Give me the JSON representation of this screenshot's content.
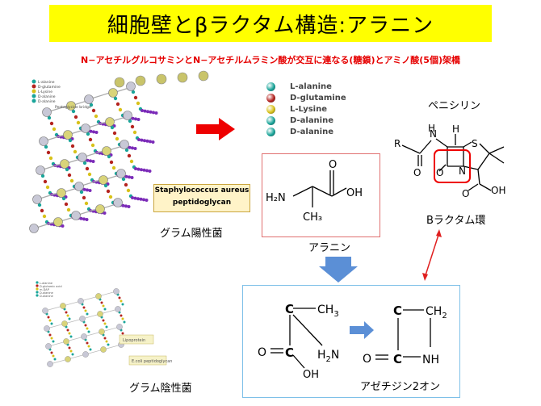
{
  "title": "細胞壁とβラクタム構造:アラニン",
  "subtitle": "N−アセチルグルコサミンとN−アセチルムラミン酸が交互に連なる(糖鎖)とアミノ酸(5個)架橋",
  "gram_positive": {
    "label": "グラム陽性菌",
    "caption_line1": "Staphylococcus aureus",
    "caption_line2": "peptidoglycan",
    "legend": [
      "L-alanine",
      "D-glutamine",
      "L-Lysine",
      "D-alanine",
      "D-alanine",
      "Pentaglycine bridge"
    ]
  },
  "gram_negative": {
    "label": "グラム陰性菌",
    "legend": [
      "L-alanine",
      "D-glutamic acid",
      "m-DAP",
      "D-alanine",
      "D-alanine"
    ],
    "lipoprotein": "Lipoprotein",
    "caption": "E.coli peptidoglycan"
  },
  "amino_legend": [
    {
      "label": "L-alanine",
      "color": "#1aa59a"
    },
    {
      "label": "D-glutamine",
      "color": "#b4231f"
    },
    {
      "label": "L-Lysine",
      "color": "#d8c21a"
    },
    {
      "label": "D-alanine",
      "color": "#1aa59a"
    },
    {
      "label": "D-alanine",
      "color": "#1aa59a"
    }
  ],
  "alanine": {
    "label": "アラニン",
    "h2n": "H₂N",
    "oh": "OH",
    "ch3": "CH₃",
    "o": "O"
  },
  "penicillin": {
    "label": "ペニシリン",
    "r": "R",
    "n_top": "N",
    "h_top": "H",
    "h_right": "H",
    "s": "S",
    "n_ring": "N",
    "o_left": "O",
    "o_ring": "O",
    "oh": "OH",
    "o_acid": "O",
    "ring_label": "Bラクタム環"
  },
  "azet": {
    "c_top": "C",
    "ch3": "CH",
    "ch3_sub": "3",
    "c_mid": "C",
    "o": "O",
    "h2n": "H",
    "h2n_sub": "2",
    "h2n_n": "N",
    "oh": "OH",
    "c2_top": "C",
    "ch2": "CH",
    "ch2_sub": "2",
    "c2_bottom": "C",
    "nh": "NH",
    "o2": "O",
    "label": "アゼチジン2オン"
  },
  "colors": {
    "title_bg": "#ffff00",
    "subtitle": "#e60000",
    "red_arrow": "#ee0000",
    "blue_arrow": "#5b8fd6",
    "ring_highlight": "#ee0000",
    "double_arrow": "#e02020"
  }
}
